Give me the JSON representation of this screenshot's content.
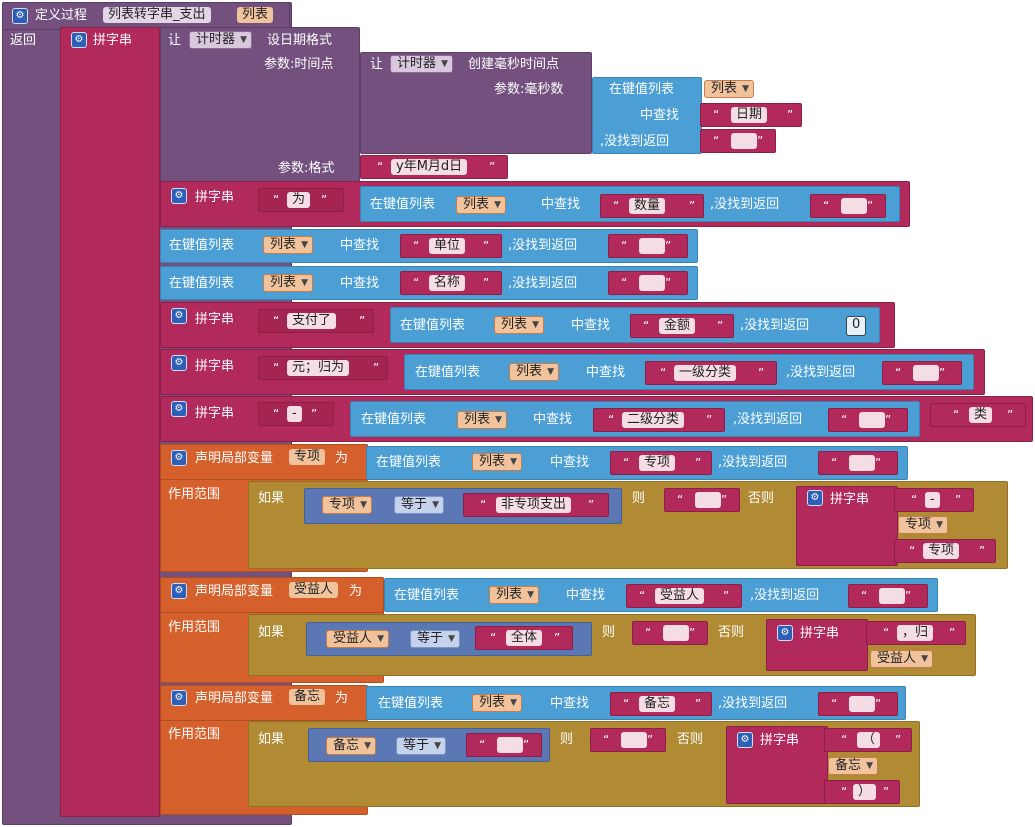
{
  "proc": {
    "define_label": "定义过程",
    "name": "列表转字串_支出",
    "param": "列表",
    "return_label": "返回"
  },
  "join_label": "拼字串",
  "let_label": "让",
  "timer_component": "计时器",
  "format_date_label": "设日期格式",
  "param_instant_label": "参数:时间点",
  "make_instant_label": "创建毫秒时间点",
  "param_ms_label": "参数:毫秒数",
  "param_format_label": "参数:格式",
  "date_format": "y年M月d日",
  "lookup": {
    "in_pairs": "在键值列表",
    "find": "中查找",
    "find_short": "中查找",
    "not_found": ",没找到返回",
    "not_found_nl": ",没找到返回"
  },
  "list_var": "列表",
  "keys": {
    "date": "日期",
    "quantity": "数量",
    "unit": "单位",
    "name": "名称",
    "amount": "金额",
    "cat1": "一级分类",
    "cat2": "二级分类",
    "special": "专项",
    "beneficiary": "受益人",
    "memo": "备忘"
  },
  "texts": {
    "wei": "为",
    "paid": "支付了",
    "yuan_gui": "元；归为",
    "dash": "-",
    "lei": "类",
    "non_special": "非专项支出",
    "all": "全体",
    "comma_gui": "，归",
    "lparen": "（",
    "rparen": "）",
    "space": " "
  },
  "zero": "0",
  "local_var": {
    "declare": "声明局部变量",
    "as": "为",
    "scope": "作用范围"
  },
  "vars": {
    "special": "专项",
    "beneficiary": "受益人",
    "memo": "备忘"
  },
  "control": {
    "if": "如果",
    "then": "则",
    "else": "否则",
    "equals": "等于"
  },
  "icons": {
    "gear": "gear-icon",
    "dropdown": "chevron-down-icon"
  },
  "colors": {
    "procedure": "#74507e",
    "text": "#b2295b",
    "dictionary": "#4b9fd5",
    "variable": "#d5602b",
    "control": "#b08b33",
    "compare": "#5b77b4"
  }
}
